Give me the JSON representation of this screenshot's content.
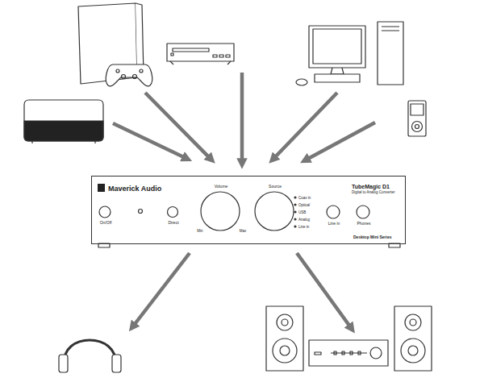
{
  "diagram": {
    "nodes": [
      {
        "text": [
          "Maverick Audio",
          "TubeMagic D1",
          "Digital to Analog Converter",
          "On/Off",
          "Direct",
          "Volume",
          "Min",
          "Max",
          "Source",
          "Coax in",
          "Optical",
          "USB",
          "Analog",
          "Line in",
          "Line in",
          "Phones",
          "Desktop Mini Series"
        ]
      }
    ]
  }
}
